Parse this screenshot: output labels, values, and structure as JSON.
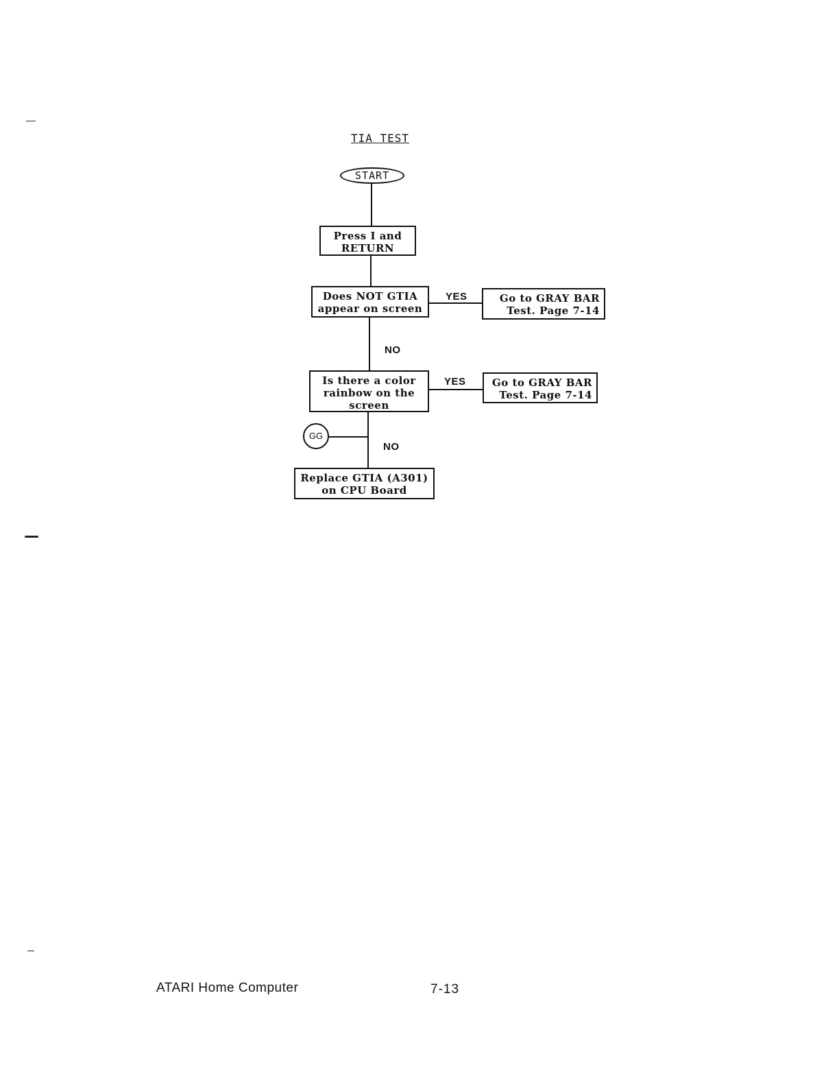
{
  "diagram": {
    "title": "TIA TEST",
    "start_label": "START",
    "nodes": {
      "press_i": "Press I and\nRETURN",
      "decision_gtia": "Does NOT GTIA\nappear on screen",
      "goto_graybar_1": "Go to GRAY BAR\nTest. Page 7-14",
      "decision_rainbow": "Is there a color\nrainbow on the\nscreen",
      "goto_graybar_2": "Go to GRAY BAR\nTest. Page 7-14",
      "replace_gtia": "Replace GTIA (A301)\non CPU Board"
    },
    "connector_label": "GG",
    "edge_labels": {
      "yes_1": "YES",
      "no_1": "NO",
      "yes_2": "YES",
      "no_2": "NO"
    }
  },
  "footer": {
    "left": "ATARI Home Computer",
    "page_number": "7-13"
  }
}
